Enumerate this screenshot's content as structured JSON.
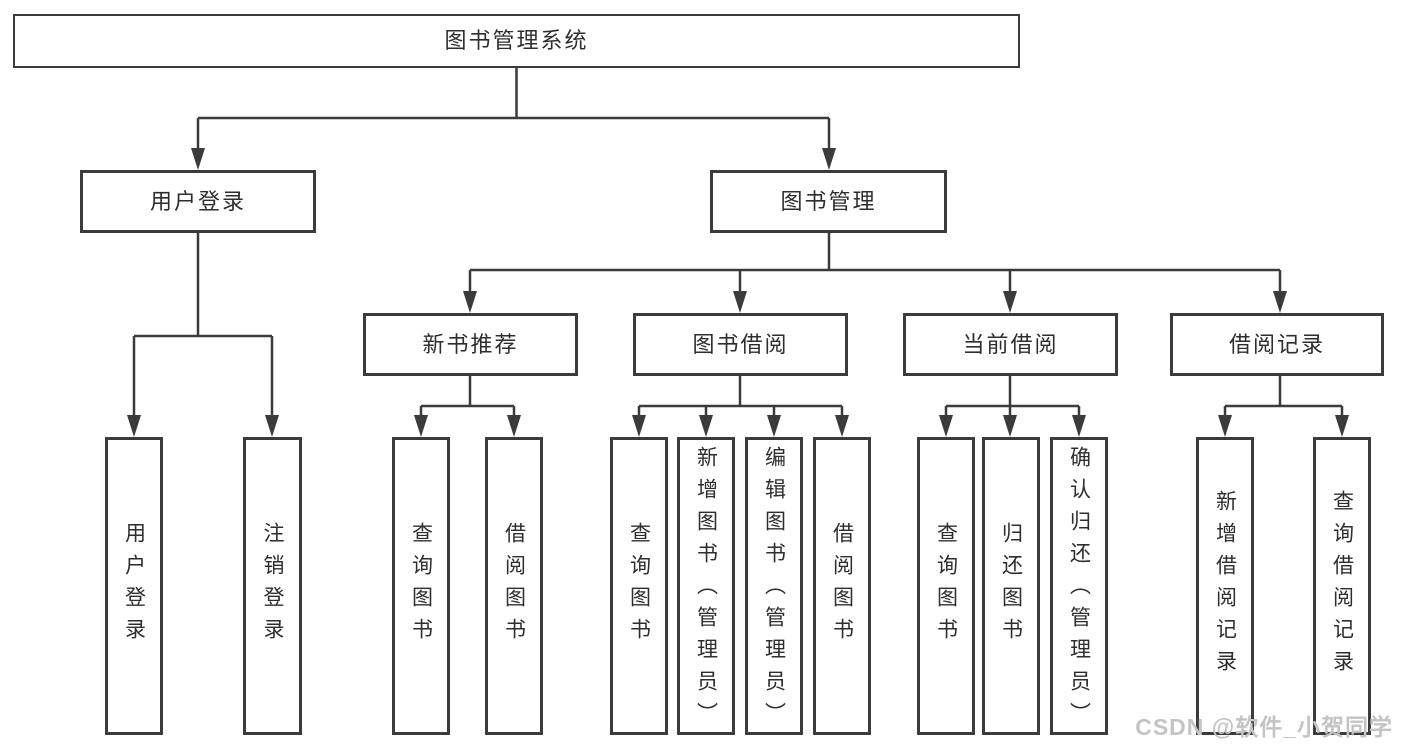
{
  "tree": {
    "root": "图书管理系统",
    "branches": [
      {
        "label": "用户登录",
        "children": [
          {
            "label": "用户登录"
          },
          {
            "label": "注销登录"
          }
        ]
      },
      {
        "label": "图书管理",
        "children": [
          {
            "label": "新书推荐",
            "children": [
              {
                "label": "查询图书"
              },
              {
                "label": "借阅图书"
              }
            ]
          },
          {
            "label": "图书借阅",
            "children": [
              {
                "label": "查询图书"
              },
              {
                "label": "新增图书（管理员）"
              },
              {
                "label": "编辑图书（管理员）"
              },
              {
                "label": "借阅图书"
              }
            ]
          },
          {
            "label": "当前借阅",
            "children": [
              {
                "label": "查询图书"
              },
              {
                "label": "归还图书"
              },
              {
                "label": "确认归还（管理员）"
              }
            ]
          },
          {
            "label": "借阅记录",
            "children": [
              {
                "label": "新增借阅记录"
              },
              {
                "label": "查询借阅记录"
              }
            ]
          }
        ]
      }
    ]
  },
  "watermark": "CSDN @软件_小贺同学",
  "colors": {
    "line": "#3b3b3b",
    "text": "#2e2e2e",
    "watermark": "#c4c4c4",
    "background": "#ffffff"
  }
}
